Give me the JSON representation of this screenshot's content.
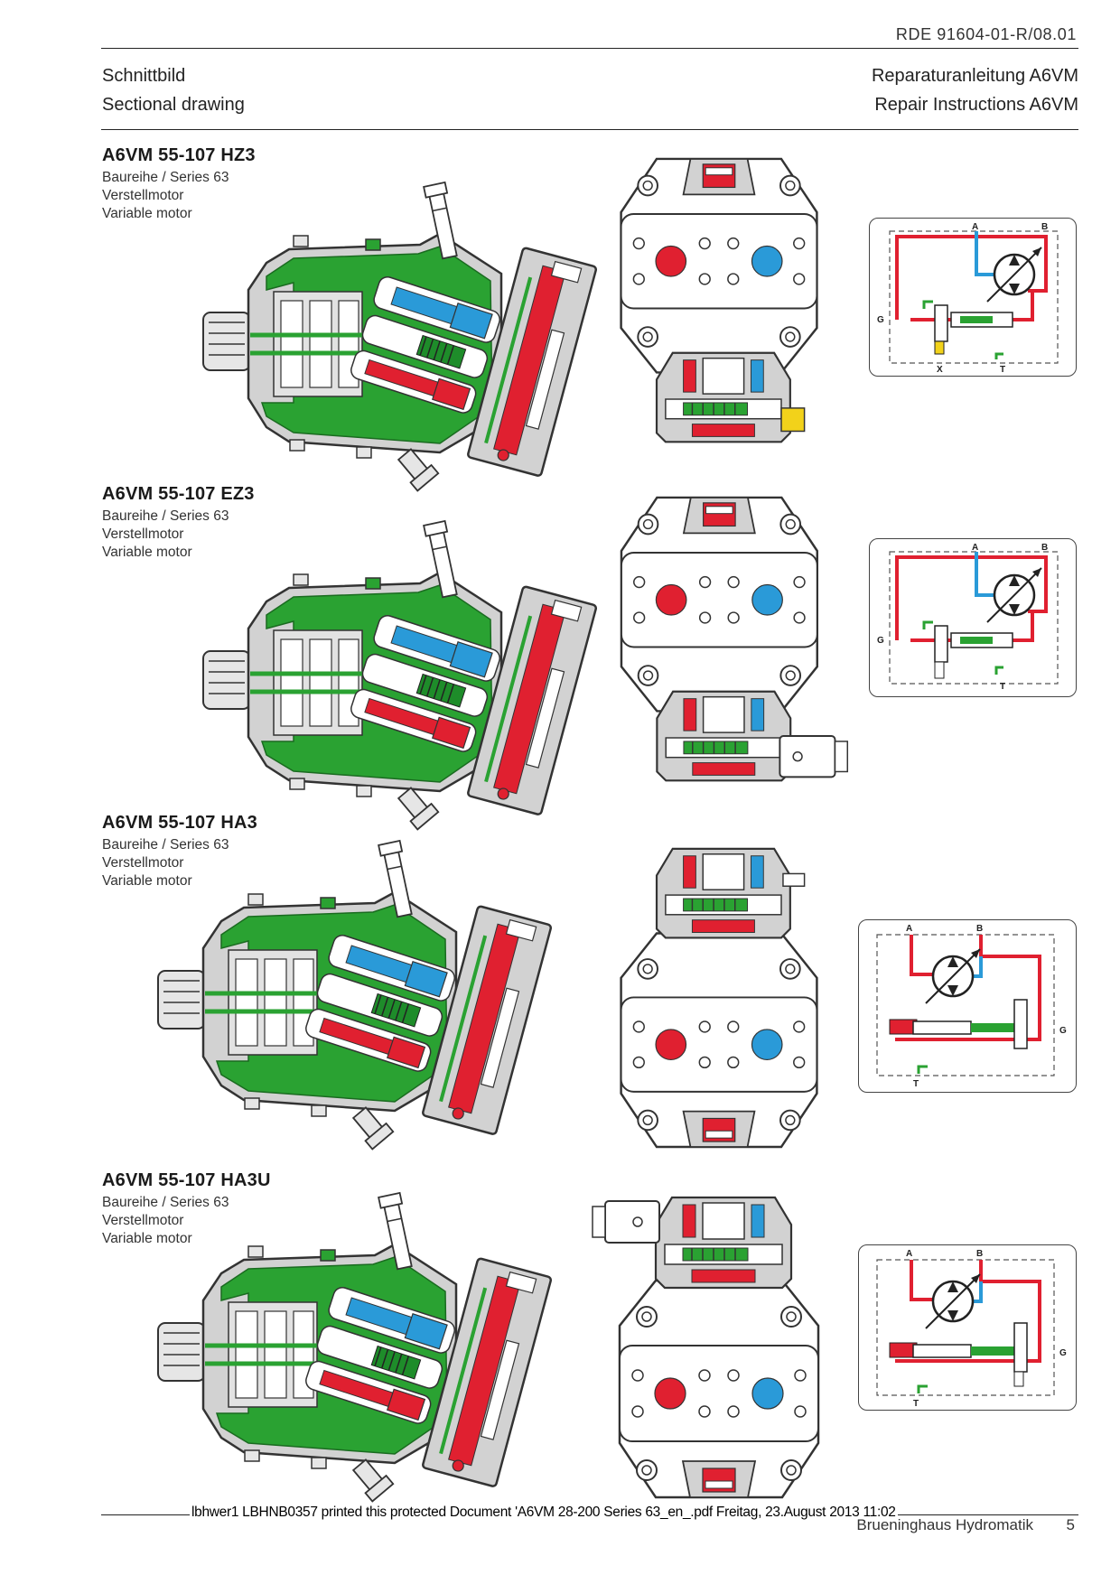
{
  "header": {
    "doc_number": "RDE 91604-01-R/08.01",
    "left_de": "Schnittbild",
    "left_en": "Sectional drawing",
    "right_de": "Reparaturanleitung A6VM",
    "right_en": "Repair Instructions A6VM"
  },
  "sections": [
    {
      "title": "A6VM 55-107 HZ3",
      "series": "Baureihe / Series 63",
      "type_de": "Verstellmotor",
      "type_en": "Variable motor",
      "schematic": {
        "port_a": "A",
        "port_b": "B",
        "port_g": "G",
        "port_x": "X",
        "port_t": "T"
      }
    },
    {
      "title": "A6VM 55-107 EZ3",
      "series": "Baureihe / Series 63",
      "type_de": "Verstellmotor",
      "type_en": "Variable motor",
      "schematic": {
        "port_a": "A",
        "port_b": "B",
        "port_g": "G",
        "port_t": "T"
      }
    },
    {
      "title": "A6VM 55-107 HA3",
      "series": "Baureihe / Series 63",
      "type_de": "Verstellmotor",
      "type_en": "Variable motor",
      "schematic": {
        "port_a": "A",
        "port_b": "B",
        "port_g": "G",
        "port_t": "T"
      }
    },
    {
      "title": "A6VM 55-107 HA3U",
      "series": "Baureihe / Series 63",
      "type_de": "Verstellmotor",
      "type_en": "Variable motor",
      "schematic": {
        "port_a": "A",
        "port_b": "B",
        "port_g": "G",
        "port_t": "T"
      }
    }
  ],
  "colors": {
    "green": "#2aa232",
    "red": "#e02030",
    "blue": "#2a9ad8",
    "yellow": "#f2d21a",
    "grey": "#d4d4d4",
    "outline": "#333333"
  },
  "footer": {
    "print_notice": "lbhwer1 LBHNB0357 printed this protected Document 'A6VM 28-200 Series 63_en_.pdf Freitag, 23.August 2013 11:02",
    "company": "Brueninghaus Hydromatik",
    "page": "5"
  }
}
